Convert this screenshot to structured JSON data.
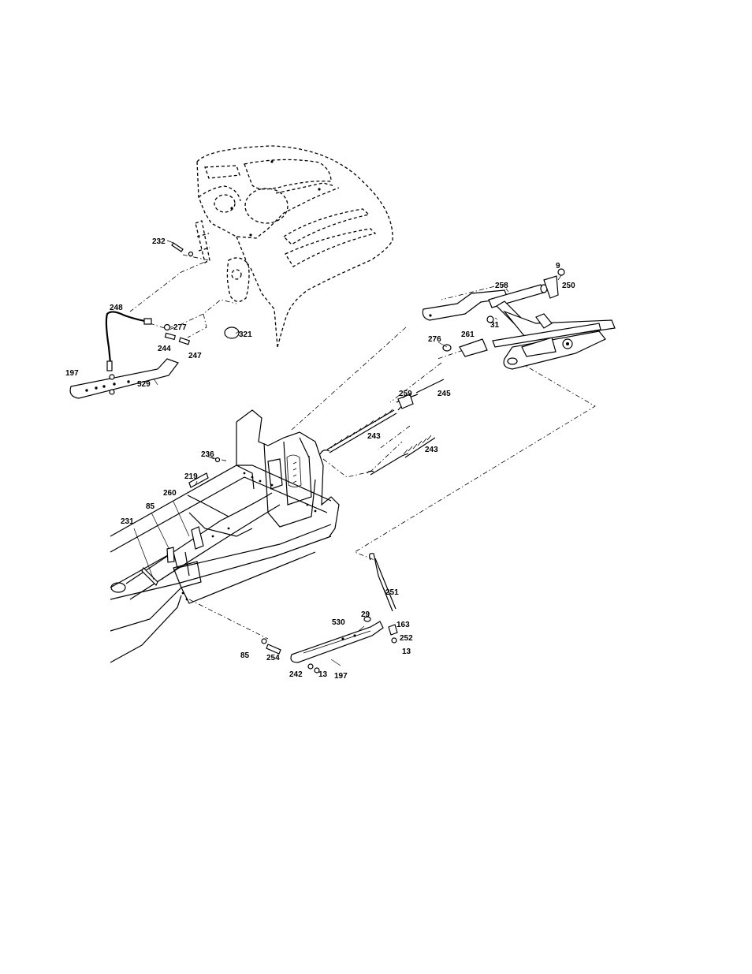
{
  "diagram": {
    "labels": [
      {
        "id": "lbl-232",
        "text": "232"
      },
      {
        "id": "lbl-9",
        "text": "9"
      },
      {
        "id": "lbl-258",
        "text": "258"
      },
      {
        "id": "lbl-250",
        "text": "250"
      },
      {
        "id": "lbl-248",
        "text": "248"
      },
      {
        "id": "lbl-277",
        "text": "277"
      },
      {
        "id": "lbl-31",
        "text": "31"
      },
      {
        "id": "lbl-321",
        "text": "321"
      },
      {
        "id": "lbl-244",
        "text": "244"
      },
      {
        "id": "lbl-247",
        "text": "247"
      },
      {
        "id": "lbl-276",
        "text": "276"
      },
      {
        "id": "lbl-261",
        "text": "261"
      },
      {
        "id": "lbl-197a",
        "text": "197"
      },
      {
        "id": "lbl-529",
        "text": "529"
      },
      {
        "id": "lbl-259",
        "text": "259"
      },
      {
        "id": "lbl-245",
        "text": "245"
      },
      {
        "id": "lbl-243a",
        "text": "243"
      },
      {
        "id": "lbl-243b",
        "text": "243"
      },
      {
        "id": "lbl-236",
        "text": "236"
      },
      {
        "id": "lbl-219",
        "text": "219"
      },
      {
        "id": "lbl-260",
        "text": "260"
      },
      {
        "id": "lbl-85a",
        "text": "85"
      },
      {
        "id": "lbl-231",
        "text": "231"
      },
      {
        "id": "lbl-251",
        "text": "251"
      },
      {
        "id": "lbl-29",
        "text": "29"
      },
      {
        "id": "lbl-163",
        "text": "163"
      },
      {
        "id": "lbl-530",
        "text": "530"
      },
      {
        "id": "lbl-252",
        "text": "252"
      },
      {
        "id": "lbl-13a",
        "text": "13"
      },
      {
        "id": "lbl-85b",
        "text": "85"
      },
      {
        "id": "lbl-254",
        "text": "254"
      },
      {
        "id": "lbl-242",
        "text": "242"
      },
      {
        "id": "lbl-13b",
        "text": "13"
      },
      {
        "id": "lbl-197b",
        "text": "197"
      }
    ]
  }
}
